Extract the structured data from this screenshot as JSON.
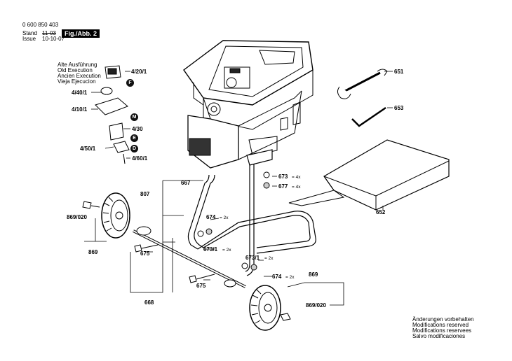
{
  "header": {
    "part_number": "0 600 850 403",
    "stand_label": "Stand",
    "stand_value": "11-03",
    "issue_label": "Issue",
    "issue_value": "10-10-07",
    "fig_label": "Fig./Abb. 2"
  },
  "legend": {
    "lines": [
      "Alte Ausführung",
      "Old Execution",
      "Ancien Execution",
      "Vieja Ejecucion"
    ]
  },
  "labels": {
    "p4_20_1": "4/20/1",
    "p4_40_1": "4/40/1",
    "p4_10_1": "4/10/1",
    "p4_30": "4/30",
    "p4_50_1": "4/50/1",
    "p4_60_1": "4/60/1",
    "badge_F": "F",
    "badge_M": "M",
    "badge_E": "E",
    "badge_D": "D",
    "p651": "651",
    "p653": "653",
    "p673": "673",
    "p673_qty": "= 4x",
    "p677": "677",
    "p677_qty": "= 4x",
    "p652": "652",
    "p807": "807",
    "p667": "667",
    "p674_a": "674",
    "p674_a_qty": "= 2x",
    "p673_1_a": "673/1",
    "p673_1_a_qty": "= 2x",
    "p673_1_b": "673/1",
    "p673_1_b_qty": "= 2x",
    "p674_b": "674",
    "p674_b_qty": "= 2x",
    "p869_020_a": "869/020",
    "p869_a": "869",
    "p675_a": "675",
    "p675_b": "675",
    "p668": "668",
    "p869_b": "869",
    "p869_020_b": "869/020"
  },
  "footer": {
    "lines": [
      "Änderungen vorbehalten",
      "Modifications reserved",
      "Modifications reservees",
      "Salvo modificaciones"
    ]
  }
}
